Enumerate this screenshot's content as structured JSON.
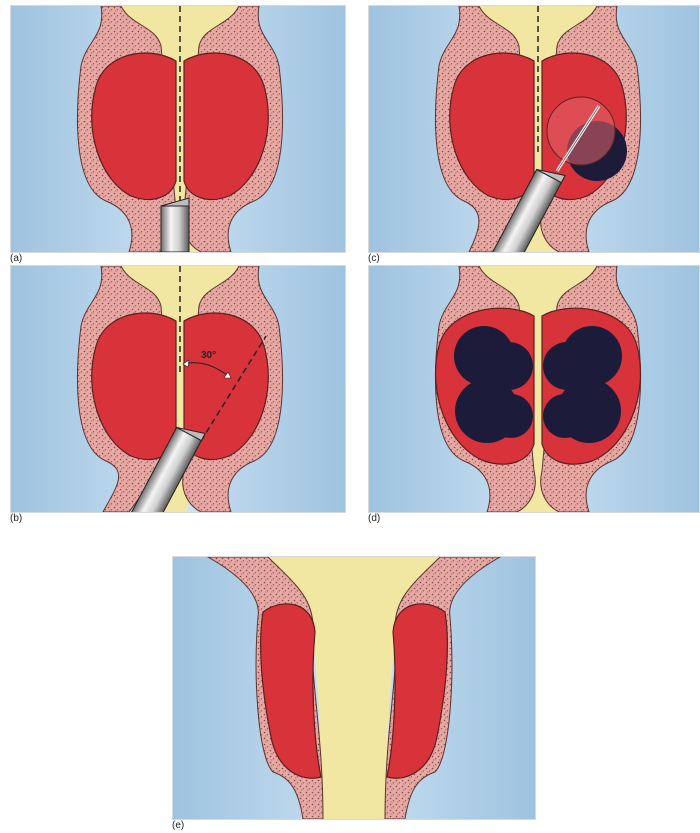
{
  "figure": {
    "panels": [
      {
        "id": "a",
        "label": "(a)",
        "stage": "instrument-inserted-at-midline"
      },
      {
        "id": "b",
        "label": "(b)",
        "stage": "instrument-angled",
        "angle_label": "30°"
      },
      {
        "id": "c",
        "label": "(c)",
        "stage": "needle-ablation-first-lesion"
      },
      {
        "id": "d",
        "label": "(d)",
        "stage": "bilateral-ablation-zones"
      },
      {
        "id": "e",
        "label": "(e)",
        "stage": "widened-urethra-after-treatment"
      }
    ],
    "colors": {
      "background": "#b9d5ea",
      "capsule": "#e7a7a2",
      "lobe": "#d8323a",
      "urethra": "#f2e7a2",
      "lesion": "#1c1c3a",
      "instrument": "#c9c9c9"
    }
  }
}
